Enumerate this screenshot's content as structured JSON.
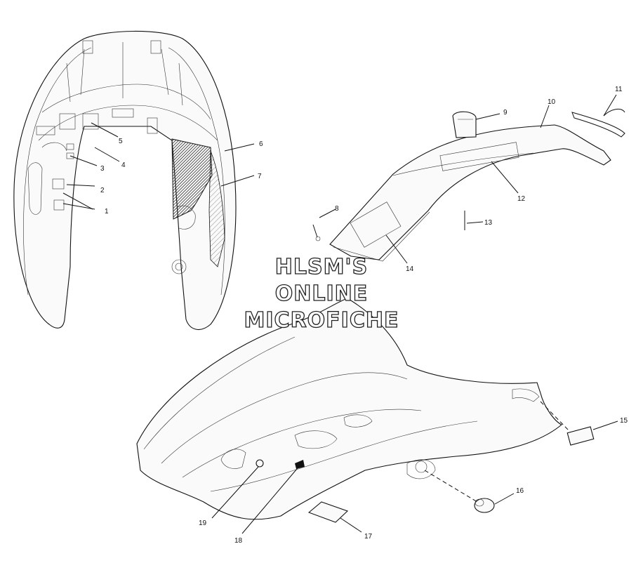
{
  "callouts": [
    "1",
    "2",
    "3",
    "4",
    "5",
    "6",
    "7",
    "8",
    "9",
    "10",
    "11",
    "12",
    "13",
    "14",
    "15",
    "16",
    "17",
    "18",
    "19"
  ],
  "watermark": {
    "line1": "HLSM'S",
    "line2": "ONLINE",
    "line3": "MICROFICHE"
  },
  "colors": {
    "line": "#111111",
    "fill": "#ffffff",
    "hatch": "#111111"
  }
}
